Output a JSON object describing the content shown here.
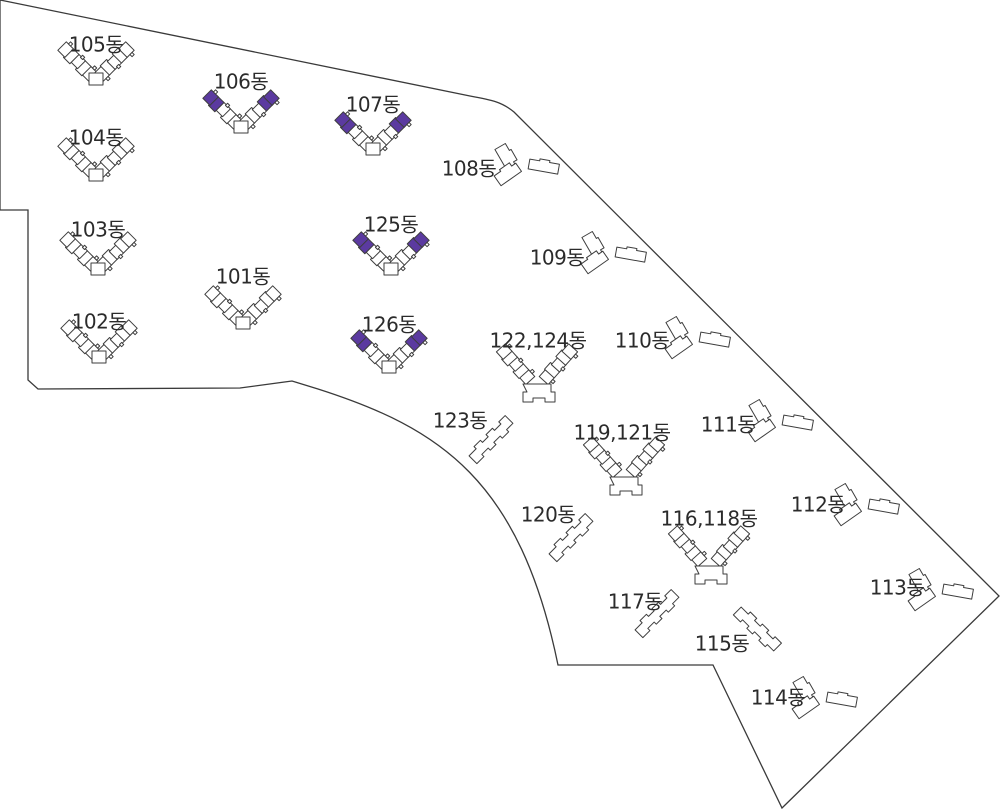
{
  "colors": {
    "highlight": "#5b3aa0",
    "building": "#ffffff",
    "outline": "#3a3a3a",
    "label": "#2b2b2b"
  },
  "buildings": [
    {
      "id": "b105",
      "label": "105동",
      "shape": "v",
      "highlighted": false
    },
    {
      "id": "b104",
      "label": "104동",
      "shape": "v",
      "highlighted": false
    },
    {
      "id": "b103",
      "label": "103동",
      "shape": "v",
      "highlighted": false
    },
    {
      "id": "b102",
      "label": "102동",
      "shape": "v",
      "highlighted": false
    },
    {
      "id": "b106",
      "label": "106동",
      "shape": "v",
      "highlighted": true
    },
    {
      "id": "b101",
      "label": "101동",
      "shape": "v",
      "highlighted": false
    },
    {
      "id": "b107",
      "label": "107동",
      "shape": "v",
      "highlighted": true
    },
    {
      "id": "b125",
      "label": "125동",
      "shape": "v",
      "highlighted": true
    },
    {
      "id": "b126",
      "label": "126동",
      "shape": "v",
      "highlighted": true
    },
    {
      "id": "b108",
      "label": "108동",
      "shape": "tower-pair",
      "highlighted": false
    },
    {
      "id": "b109",
      "label": "109동",
      "shape": "tower-pair",
      "highlighted": false
    },
    {
      "id": "b110",
      "label": "110동",
      "shape": "tower-pair",
      "highlighted": false
    },
    {
      "id": "b111",
      "label": "111동",
      "shape": "tower-pair",
      "highlighted": false
    },
    {
      "id": "b112",
      "label": "112동",
      "shape": "tower-pair",
      "highlighted": false
    },
    {
      "id": "b113",
      "label": "113동",
      "shape": "tower-pair",
      "highlighted": false
    },
    {
      "id": "b114",
      "label": "114동",
      "shape": "tower-pair",
      "highlighted": false
    },
    {
      "id": "b122_124",
      "label": "122,124동",
      "shape": "y",
      "highlighted": false
    },
    {
      "id": "b119_121",
      "label": "119,121동",
      "shape": "y",
      "highlighted": false
    },
    {
      "id": "b116_118",
      "label": "116,118동",
      "shape": "y",
      "highlighted": false
    },
    {
      "id": "b123",
      "label": "123동",
      "shape": "slab",
      "highlighted": false
    },
    {
      "id": "b120",
      "label": "120동",
      "shape": "slab",
      "highlighted": false
    },
    {
      "id": "b117",
      "label": "117동",
      "shape": "slab",
      "highlighted": false
    },
    {
      "id": "b115",
      "label": "115동",
      "shape": "slab",
      "highlighted": false
    }
  ]
}
